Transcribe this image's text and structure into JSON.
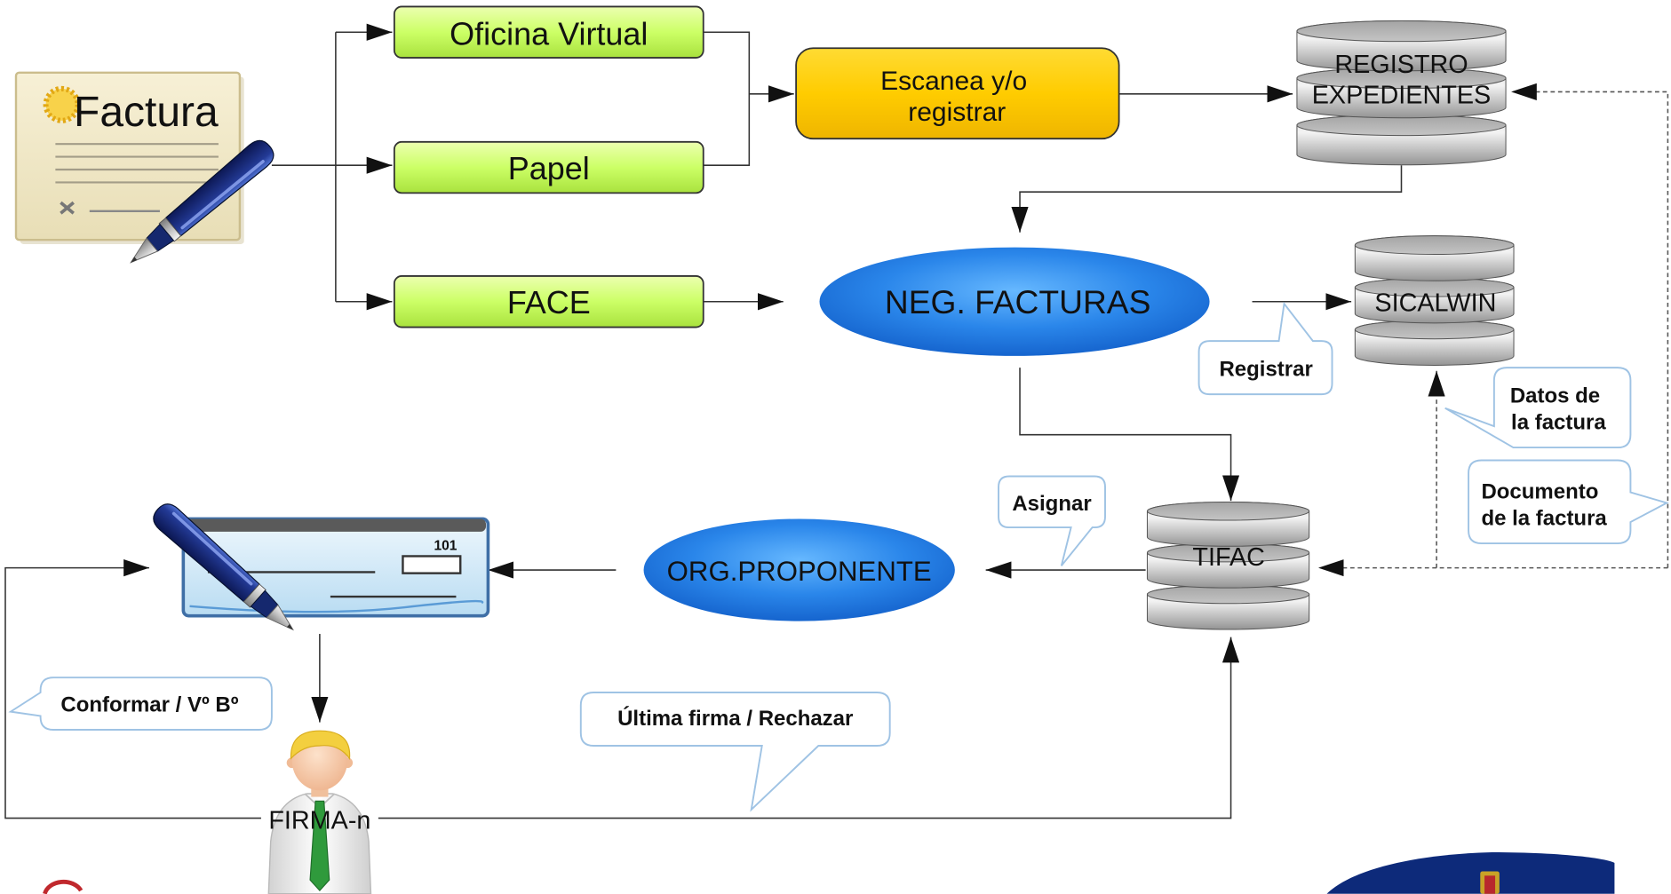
{
  "source": {
    "label": "Factura"
  },
  "channels": [
    {
      "label": "Oficina Virtual"
    },
    {
      "label": "Papel"
    },
    {
      "label": "FACE"
    }
  ],
  "scan": {
    "lines": [
      "Escanea y/o",
      "registrar"
    ]
  },
  "registry_db": {
    "lines": [
      "REGISTRO",
      "EXPEDIENTES"
    ]
  },
  "invoice_process": {
    "label": "NEG. FACTURAS"
  },
  "accounting_db": {
    "label": "SICALWIN"
  },
  "invoice_db": {
    "label": "TIFAC"
  },
  "proposer": {
    "label": "ORG.PROPONENTE"
  },
  "cheque": {
    "number": "101"
  },
  "signer": {
    "label": "FIRMA-n"
  },
  "callouts": {
    "registrar": {
      "lines": [
        "Registrar"
      ]
    },
    "datos": {
      "lines": [
        "Datos de",
        "la factura"
      ]
    },
    "documento": {
      "lines": [
        "Documento",
        "de la factura"
      ]
    },
    "asignar": {
      "lines": [
        "Asignar"
      ]
    },
    "conformar": {
      "lines": [
        "Conformar / Vº Bº"
      ]
    },
    "ultima": {
      "lines": [
        "Última firma / Rechazar"
      ]
    }
  },
  "icons": {
    "source": "invoice-document-icon",
    "pen": "pen-icon",
    "approval": "cheque-icon",
    "signer": "person-icon",
    "database": "database-icon"
  },
  "colors": {
    "channel_fill": "#ccff66",
    "scan_fill": "#ffcc00",
    "process_fill": "#2a86ea",
    "database_fill": "#c4c4c4",
    "callout_border": "#9fc3e4",
    "connector": "#333333"
  }
}
